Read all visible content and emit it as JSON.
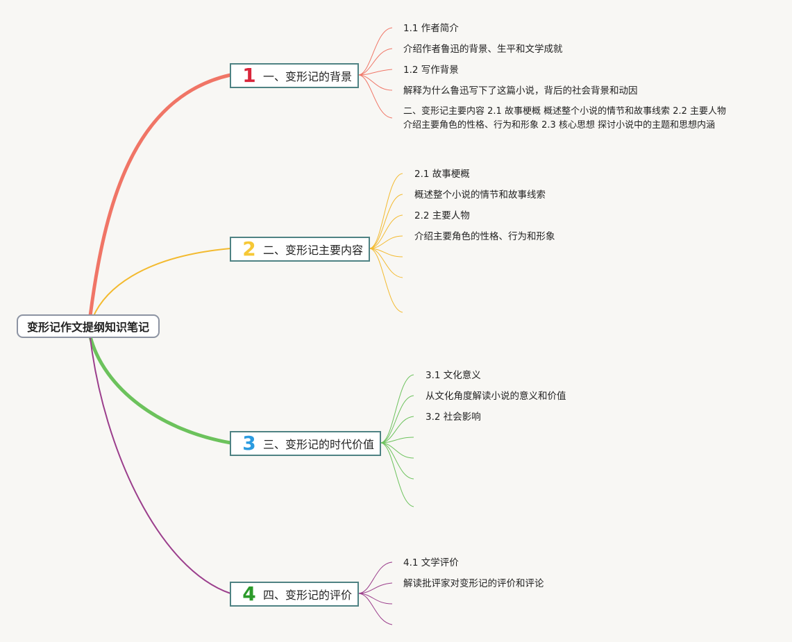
{
  "root": {
    "title": "变形记作文提纲知识笔记"
  },
  "branches": [
    {
      "number": "1",
      "label": "一、变形记的背景",
      "color": "#f07566",
      "number_color": "#d9263b",
      "children": [
        "1.1 作者简介",
        "介绍作者鲁迅的背景、生平和文学成就",
        "1.2 写作背景",
        "解释为什么鲁迅写下了这篇小说，背后的社会背景和动因",
        "二、变形记主要内容 2.1 故事梗概 概述整个小说的情节和故事线索 2.2 主要人物",
        "介绍主要角色的性格、行为和形象 2.3 核心思想 探讨小说中的主题和思想内涵"
      ]
    },
    {
      "number": "2",
      "label": "二、变形记主要内容",
      "color": "#f3ba2f",
      "number_color": "#f6c836",
      "children": [
        "2.1 故事梗概",
        "概述整个小说的情节和故事线索",
        "2.2 主要人物",
        "介绍主要角色的性格、行为和形象"
      ]
    },
    {
      "number": "3",
      "label": "三、变形记的时代价值",
      "color": "#6cc25c",
      "number_color": "#2b9be0",
      "children": [
        "3.1 文化意义",
        "从文化角度解读小说的意义和价值",
        "3.2 社会影响"
      ]
    },
    {
      "number": "4",
      "label": "四、变形记的评价",
      "color": "#9b3e8c",
      "number_color": "#2b9a2a",
      "children": [
        "4.1 文学评价",
        "解读批评家对变形记的评价和评论"
      ]
    }
  ],
  "colors": {
    "background": "#f8f7f4",
    "node_border": "#4e8283",
    "root_border": "#8c93a2"
  }
}
